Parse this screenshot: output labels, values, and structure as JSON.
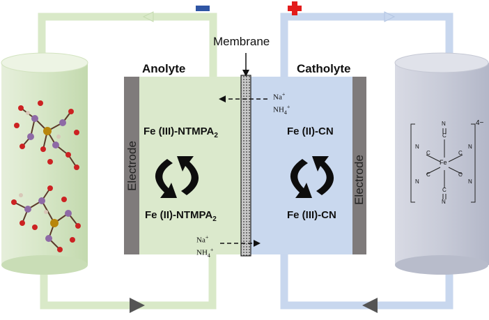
{
  "labels": {
    "negative_sign": "−",
    "positive_sign": "+",
    "membrane": "Membrane",
    "anolyte": "Anolyte",
    "catholyte": "Catholyte",
    "left_electrode": "Electrode",
    "right_electrode": "Electrode",
    "anolyte_top_species": "Fe (III)-NTMPA",
    "anolyte_top_sub": "2",
    "anolyte_bottom_species": "Fe (II)-NTMPA",
    "anolyte_bottom_sub": "2",
    "catholyte_top_species": "Fe (II)-CN",
    "catholyte_bottom_species": "Fe (III)-CN",
    "ion_top_na": "Na",
    "ion_top_na_sup": "+",
    "ion_top_nh": "NH",
    "ion_top_nh_sub": "4",
    "ion_top_nh_sup": "+",
    "ion_bottom_na": "Na",
    "ion_bottom_na_sup": "+",
    "ion_bottom_nh": "NH",
    "ion_bottom_nh_sub": "4",
    "ion_bottom_nh_sup": "+",
    "ferricyanide_charge": "4−",
    "ferricyanide_center": "Fe",
    "ferricyanide_c": "C",
    "ferricyanide_n": "N"
  },
  "colors": {
    "anolyte_fill": "#dbe9cc",
    "catholyte_fill": "#c9d8ee",
    "anolyte_pipe": "#d9e9c8",
    "catholyte_pipe": "#c8d7ee",
    "electrode": "#7f7b7b",
    "negative": "#2f55a4",
    "positive": "#e31c1c",
    "tank_left": "#dce9cd",
    "tank_right": "#c9ccd8"
  }
}
